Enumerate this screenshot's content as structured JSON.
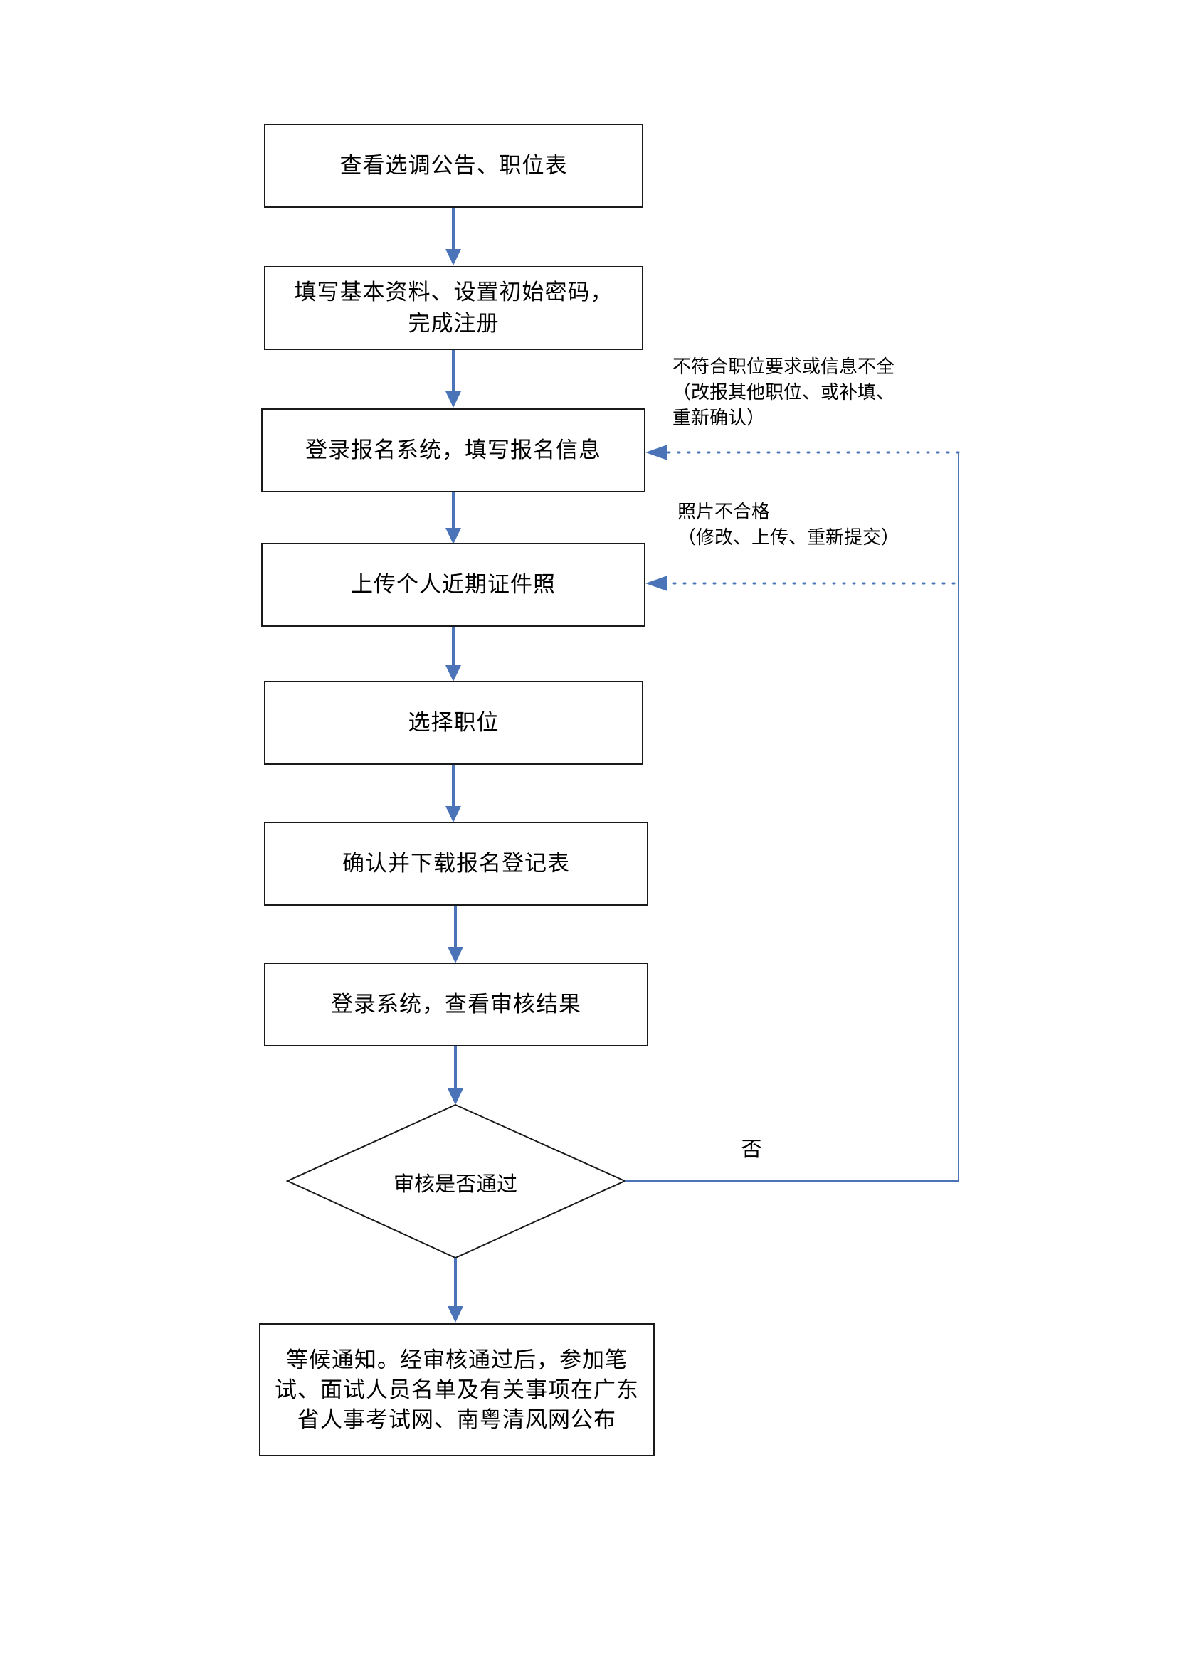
{
  "steps": {
    "s1": "查看选调公告、职位表",
    "s2_l1": "填写基本资料、设置初始密码，",
    "s2_l2": "完成注册",
    "s3": "登录报名系统，填写报名信息",
    "s4": "上传个人近期证件照",
    "s5": "选择职位",
    "s6": "确认并下载报名登记表",
    "s7": "登录系统，查看审核结果",
    "final_l1": "等候通知。经审核通过后，参加笔",
    "final_l2": "试、面试人员名单及有关事项在广东",
    "final_l3": "省人事考试网、南粤清风网公布"
  },
  "decision": {
    "label": "审核是否通过",
    "no_label": "否"
  },
  "feedback": {
    "note1_l1": "不符合职位要求或信息不全",
    "note1_l2": "（改报其他职位、或补填、",
    "note1_l3": "重新确认）",
    "note2_l1": "照片不合格",
    "note2_l2": "（修改、上传、重新提交）"
  },
  "colors": {
    "arrow": "#4a73b8",
    "dotted": "#4a73b8",
    "box_border": "#1a1a1a"
  }
}
